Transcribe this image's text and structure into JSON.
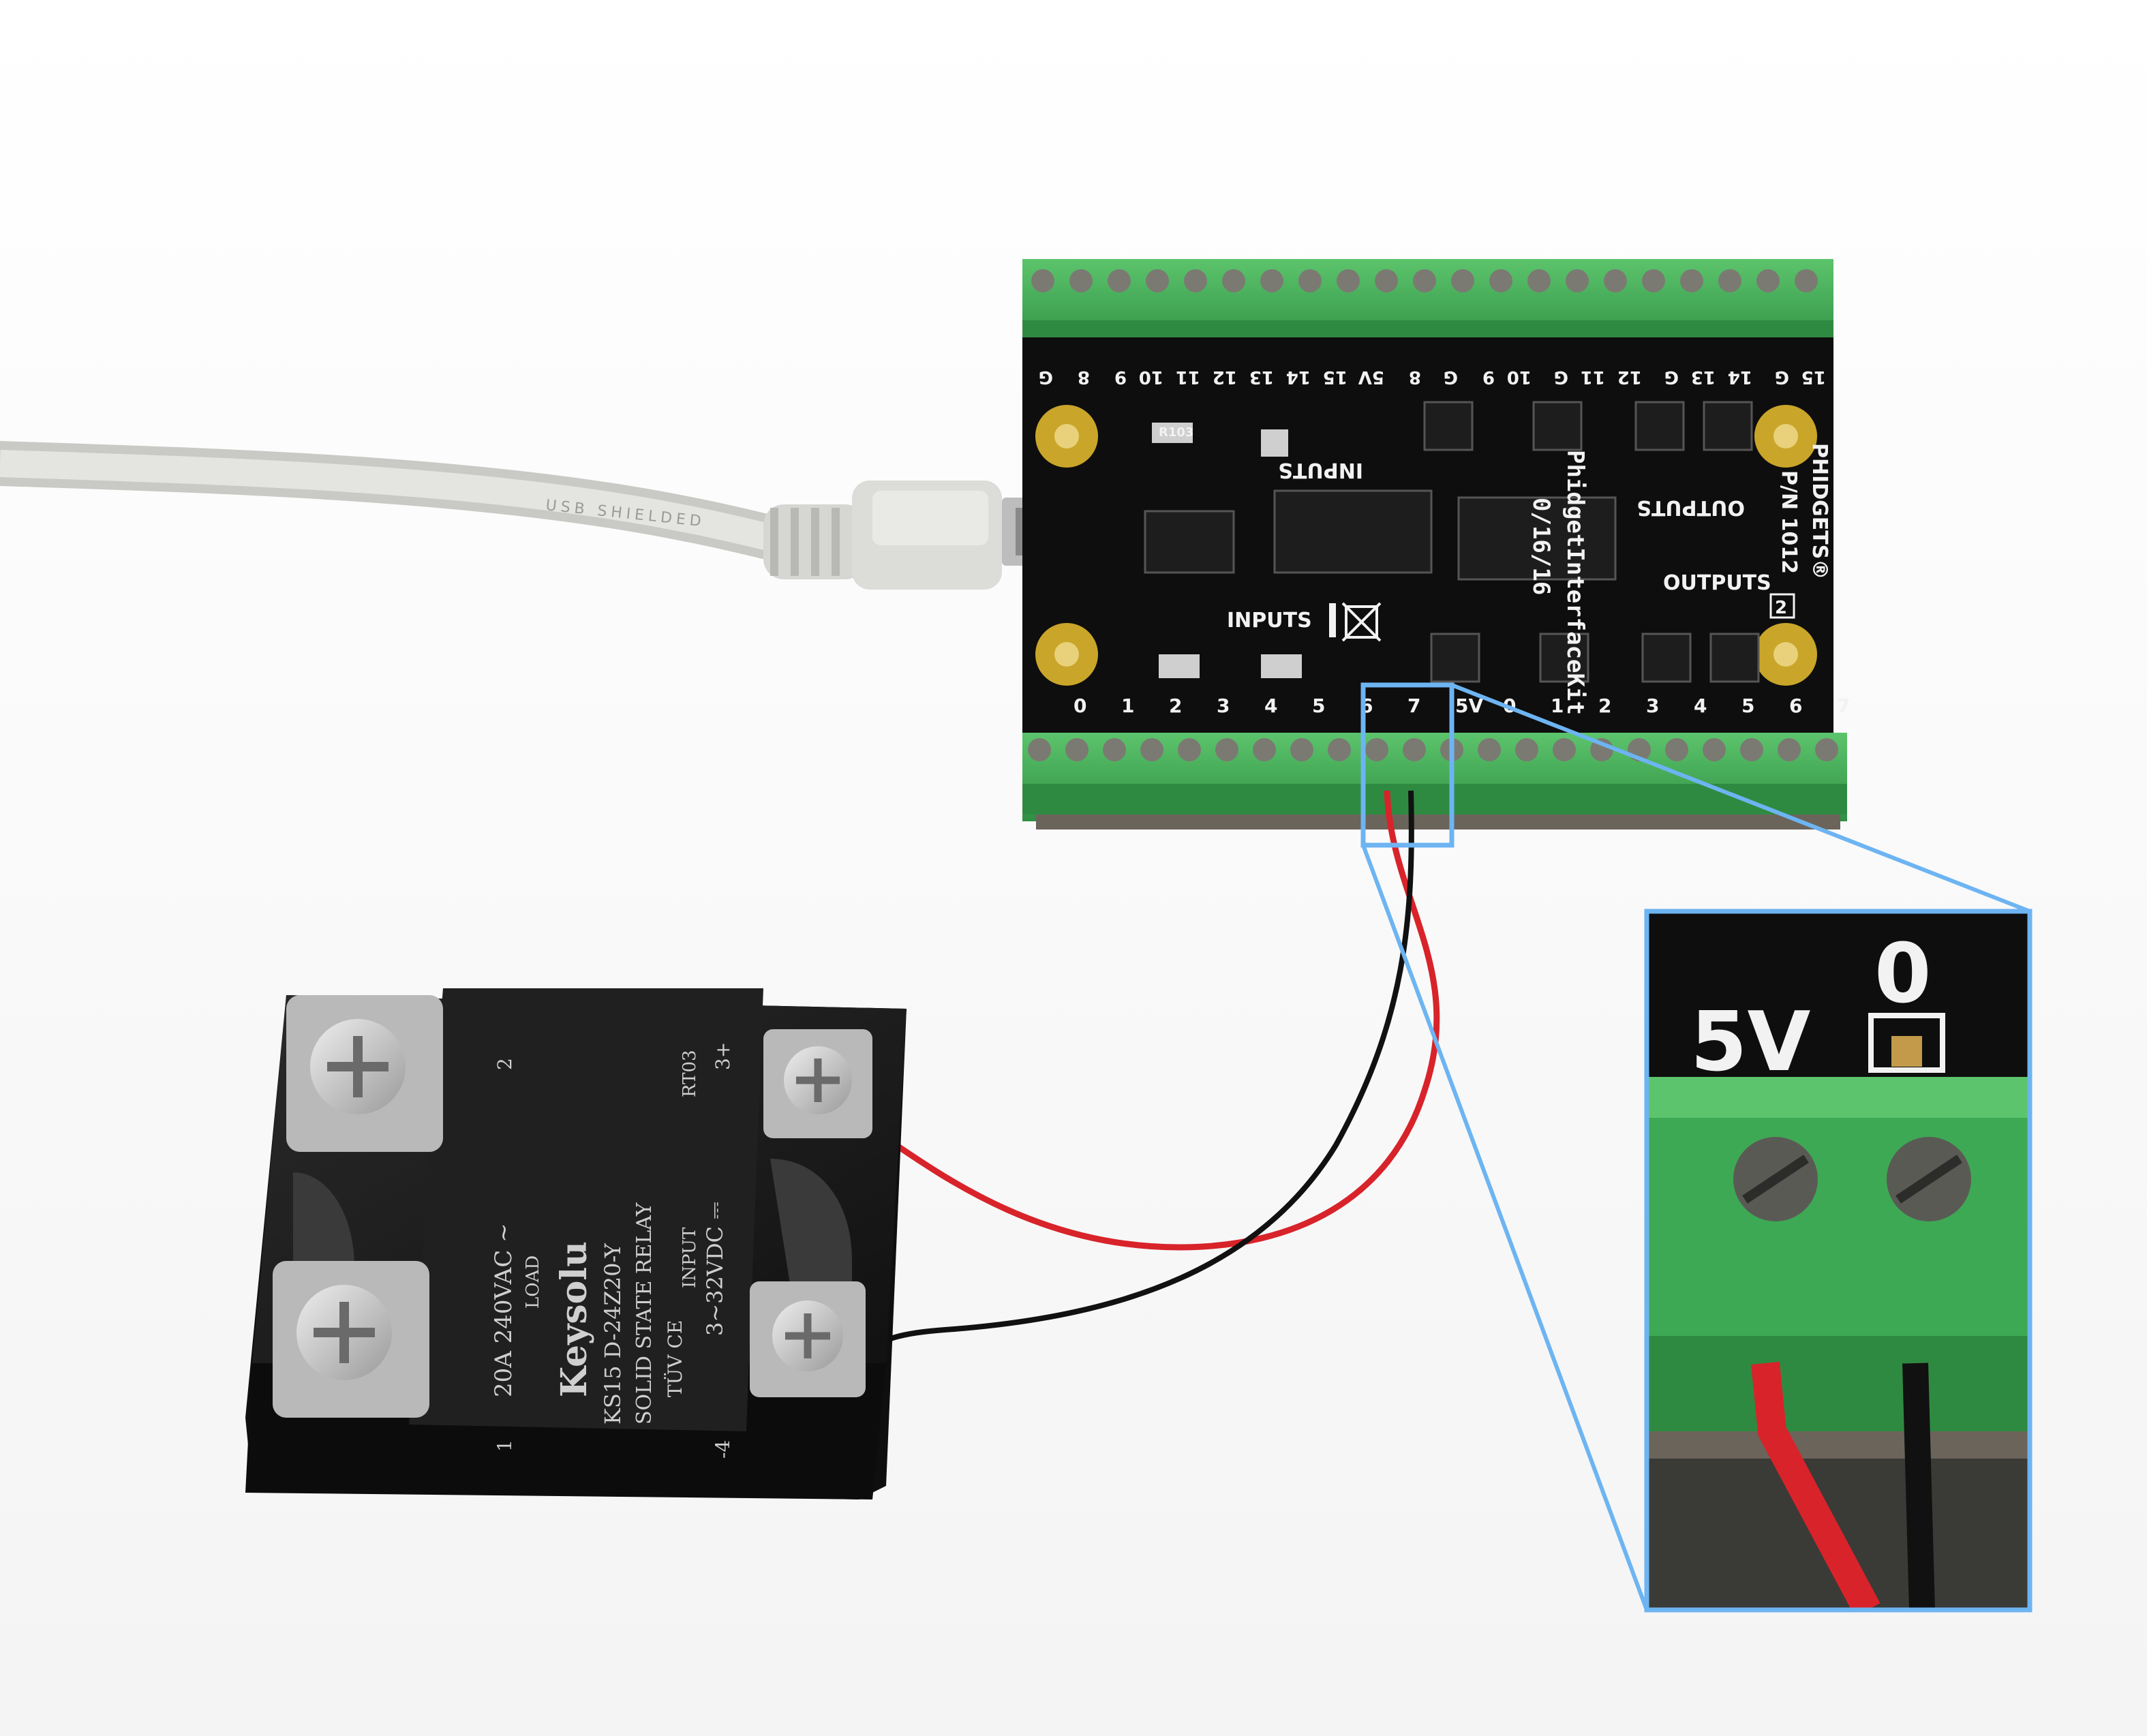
{
  "colors": {
    "background": "#ffffff",
    "pcb": "#0d0d0d",
    "terminal_green": "#3fae55",
    "relay_body": "#1b1b1b",
    "callout_blue": "#6db4f2",
    "wire_red": "#d8232a",
    "wire_black": "#111111",
    "usb_cable": "#d9d9d6"
  },
  "usb_cable": {
    "print": "USB  SHIELDED"
  },
  "board": {
    "brand": "PHIDGETS®",
    "part_number": "P/N 1012",
    "revision": "2",
    "product_name": "PhidgetInterfaceKit",
    "product_version": "0/16/16",
    "label_inputs_top": "INPUTS",
    "label_inputs_bottom": "INPUTS",
    "label_outputs_top": "OUTPUTS",
    "label_outputs_bottom": "OUTPUTS",
    "resistor_marking": "R103",
    "top_pins": [
      "G",
      "8",
      "9",
      "10",
      "11",
      "12",
      "13",
      "14",
      "15",
      "5V",
      "8",
      "G",
      "9",
      "10",
      "G",
      "11",
      "12",
      "G",
      "13",
      "14",
      "G",
      "15"
    ],
    "bottom_pins": [
      "0",
      "1",
      "2",
      "3",
      "4",
      "5",
      "6",
      "7",
      "5V",
      "0",
      "1",
      "2",
      "3",
      "4",
      "5",
      "6",
      "7"
    ]
  },
  "relay": {
    "brand": "Keysolu",
    "model": "KS15  D-24Z20-Y",
    "type": "SOLID STATE RELAY",
    "load_rating": "20A 240VAC ~",
    "load_label": "LOAD",
    "input_rating": "3~32VDC ⎓",
    "input_label": "INPUT",
    "certification": "TÜV CE",
    "code": "RT03",
    "terminal_1": "1",
    "terminal_2": "2",
    "terminal_3": "3+",
    "terminal_4": "-4"
  },
  "zoom_callout": {
    "label_5v": "5V",
    "label_0": "0"
  }
}
